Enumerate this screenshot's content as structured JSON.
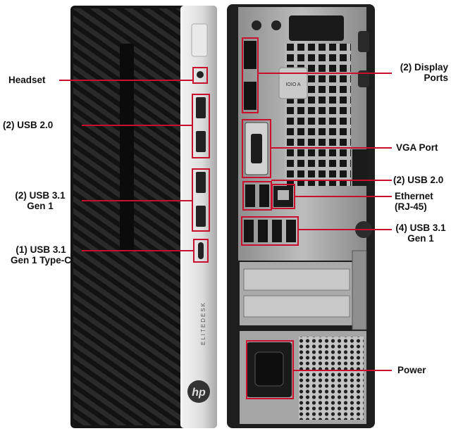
{
  "front_labels": {
    "headset": "Headset",
    "usb20": "(2) USB 2.0",
    "usb31_line1": "(2) USB 3.1",
    "usb31_line2": "Gen 1",
    "typec_line1": "(1) USB 3.1",
    "typec_line2": "Gen 1 Type-C"
  },
  "rear_labels": {
    "display_line1": "(2) Display",
    "display_line2": "Ports",
    "vga": "VGA Port",
    "usb20": "(2) USB 2.0",
    "ethernet_line1": "Ethernet",
    "ethernet_line2": "(RJ-45)",
    "usb31_line1": "(4) USB 3.1",
    "usb31_line2": "Gen 1",
    "power": "Power"
  },
  "case_text": {
    "brand_side": "ELITEDESK",
    "logo": "hp",
    "vga_mark": "IOIO A"
  },
  "colors": {
    "callout_red": "#c8102e",
    "chassis_black": "#1c1c1c",
    "silver_panel": "#d6d6d6",
    "rear_gray": "#9a9a9a"
  }
}
